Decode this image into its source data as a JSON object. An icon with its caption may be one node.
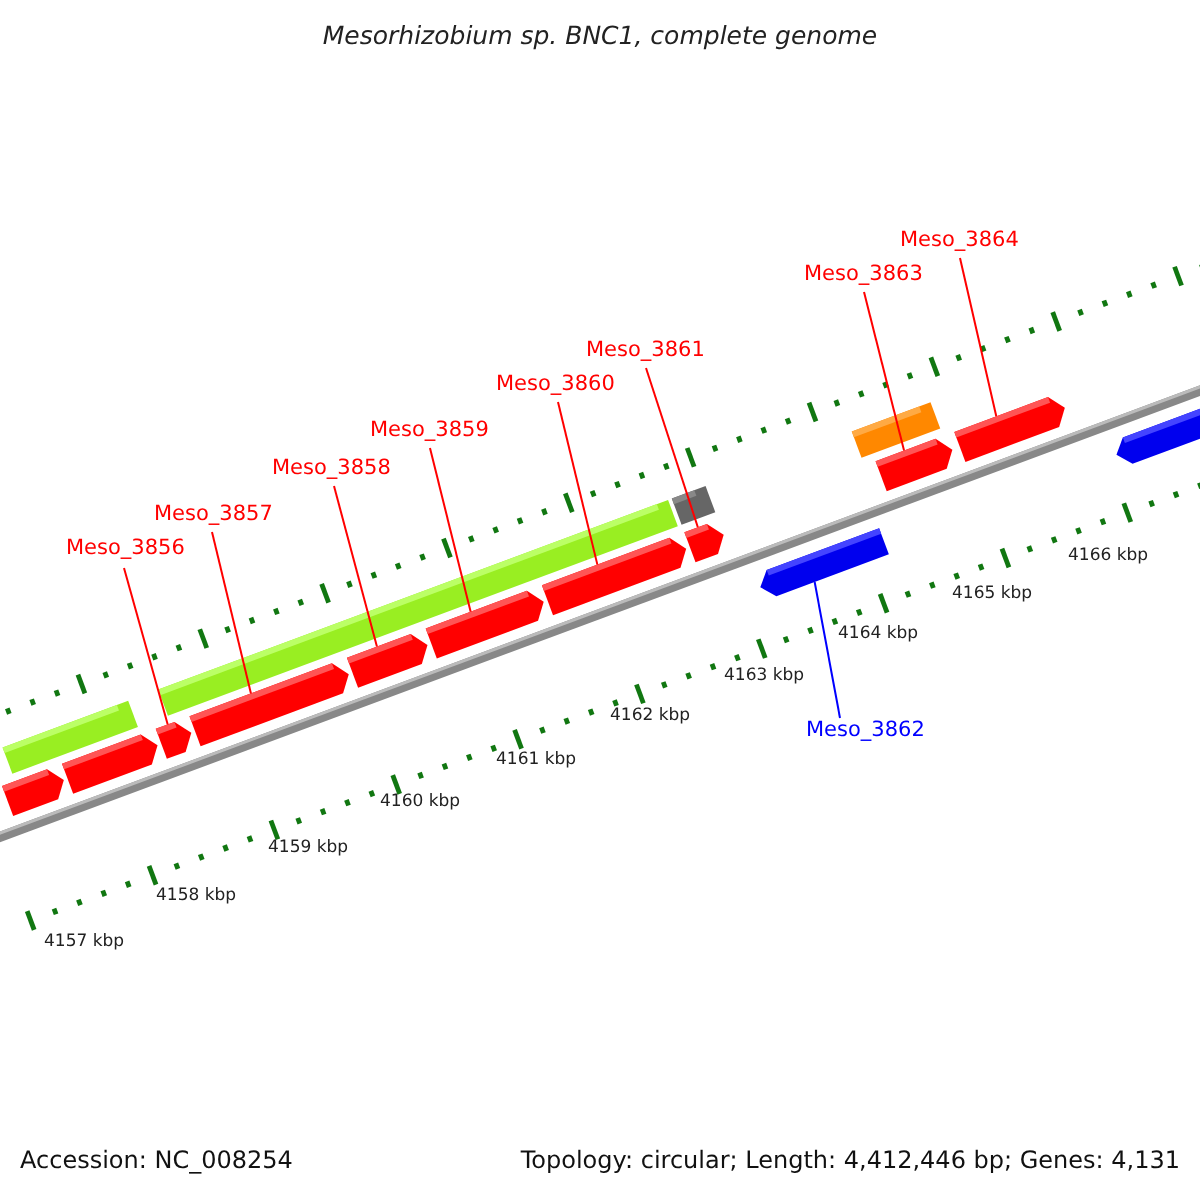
{
  "diagram": {
    "title": "Mesorhizobium sp. BNC1, complete genome",
    "nodes": [
      {
        "text": [
          "Meso_3856"
        ]
      },
      {
        "text": [
          "Meso_3857"
        ]
      },
      {
        "text": [
          "Meso_3858"
        ]
      },
      {
        "text": [
          "Meso_3859"
        ]
      },
      {
        "text": [
          "Meso_3860"
        ]
      },
      {
        "text": [
          "Meso_3861"
        ]
      },
      {
        "text": [
          "Meso_3862"
        ]
      },
      {
        "text": [
          "Meso_3863"
        ]
      },
      {
        "text": [
          "Meso_3864"
        ]
      },
      {
        "text": [],
        "shape": "bar"
      },
      {
        "text": [],
        "shape": "arrow"
      },
      {
        "text": [],
        "shape": "arrow"
      },
      {
        "text": [],
        "shape": "arrow"
      },
      {
        "text": [],
        "shape": "bar"
      },
      {
        "text": [],
        "shape": "arrow"
      },
      {
        "text": [],
        "shape": "arrow"
      },
      {
        "text": [],
        "shape": "arrow"
      },
      {
        "text": [],
        "shape": "arrow"
      },
      {
        "text": [],
        "shape": "bar"
      },
      {
        "text": [],
        "shape": "arrow"
      },
      {
        "text": [],
        "shape": "arrow"
      },
      {
        "text": [],
        "shape": "bar"
      },
      {
        "text": [],
        "shape": "arrow"
      },
      {
        "text": [],
        "shape": "arrow"
      },
      {
        "text": [],
        "shape": "arrow"
      }
    ],
    "edges": [
      {
        "from": 0,
        "to": 12,
        "arrow": "none"
      },
      {
        "from": 1,
        "to": 14,
        "arrow": "none"
      },
      {
        "from": 2,
        "to": 15,
        "arrow": "none"
      },
      {
        "from": 3,
        "to": 16,
        "arrow": "none"
      },
      {
        "from": 4,
        "to": 17,
        "arrow": "none"
      },
      {
        "from": 5,
        "to": 19,
        "arrow": "none"
      },
      {
        "from": 6,
        "to": 20,
        "arrow": "none",
        "color": "#0000ff"
      },
      {
        "from": 7,
        "to": 22,
        "arrow": "none"
      },
      {
        "from": 8,
        "to": 23,
        "arrow": "none"
      }
    ],
    "labels": [
      "4166 kbp",
      "4165 kbp",
      "4164 kbp",
      "4163 kbp",
      "4162 kbp",
      "4161 kbp",
      "4160 kbp",
      "4159 kbp",
      "4158 kbp",
      "4157 kbp",
      "Accession: NC_008254",
      "Topology: circular; Length: 4,412,446 bp; Genes: 4,131"
    ]
  }
}
